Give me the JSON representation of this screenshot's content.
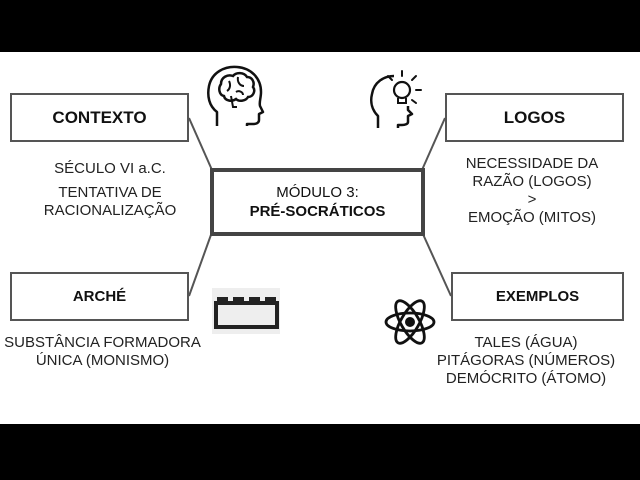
{
  "center": {
    "line1": "MÓDULO 3:",
    "line2": "PRÉ-SOCRÁTICOS"
  },
  "contexto": {
    "title": "CONTEXTO",
    "items": [
      "SÉCULO VI a.C.",
      "TENTATIVA DE",
      "RACIONALIZAÇÃO"
    ]
  },
  "logos": {
    "title": "LOGOS",
    "items": [
      "NECESSIDADE DA",
      "RAZÃO (LOGOS)",
      ">",
      "EMOÇÃO (MITOS)"
    ]
  },
  "arche": {
    "title": "ARCHÉ",
    "items": [
      "SUBSTÂNCIA FORMADORA",
      "ÚNICA (MONISMO)"
    ]
  },
  "exemplos": {
    "title": "EXEMPLOS",
    "items": [
      "TALES (ÁGUA)",
      "PITÁGORAS (NÚMEROS)",
      "DEMÓCRITO (ÁTOMO)"
    ]
  },
  "icons": [
    "brain-head-icon",
    "lightbulb-head-icon",
    "lego-brick-icon",
    "atom-icon"
  ]
}
